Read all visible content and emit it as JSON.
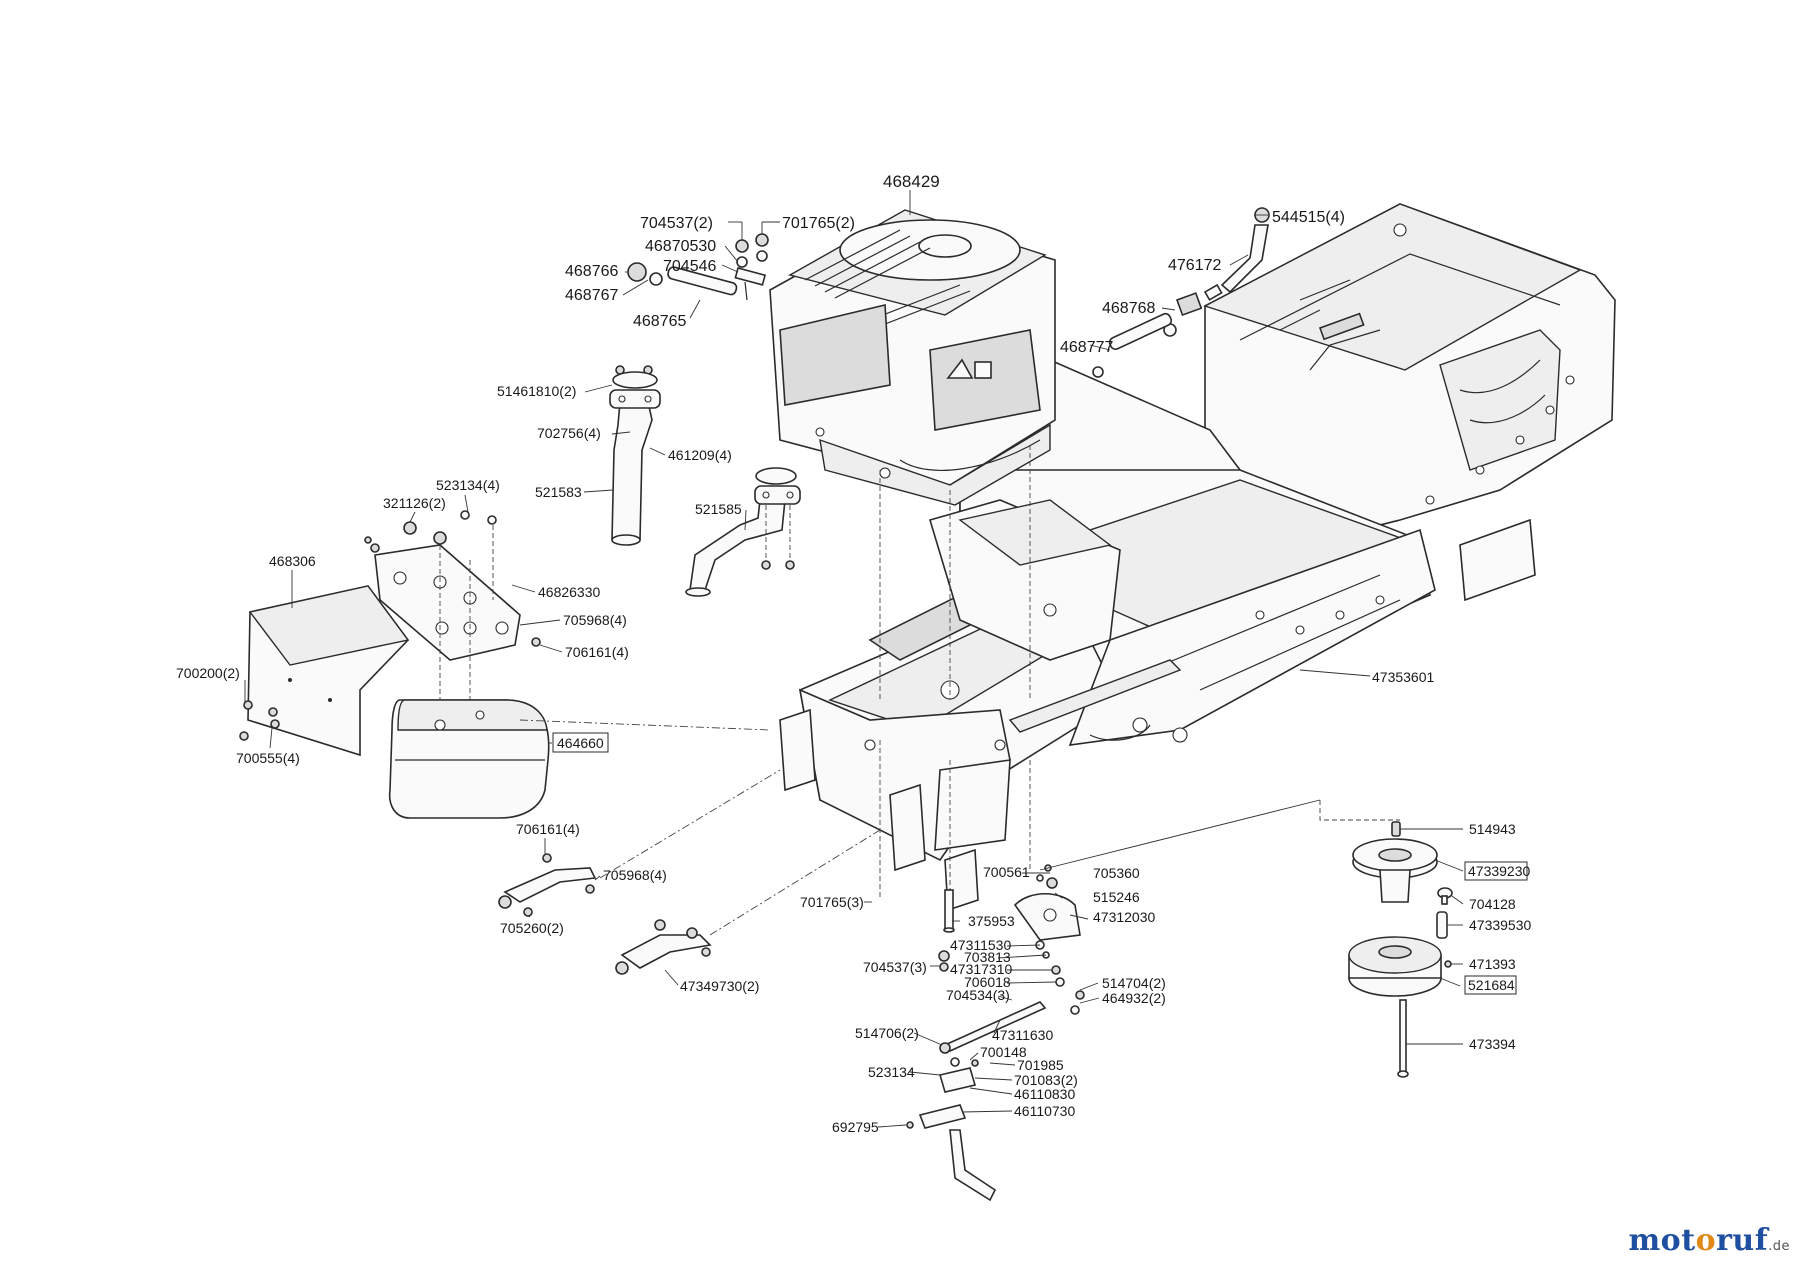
{
  "labels": {
    "p468429": "468429",
    "p704537_2": "704537(2)",
    "p701765_2": "701765(2)",
    "p46870530": "46870530",
    "p704546": "704546",
    "p468766": "468766",
    "p468767": "468767",
    "p468765": "468765",
    "p544515_4": "544515(4)",
    "p476172": "476172",
    "p468768": "468768",
    "p468777": "468777",
    "p51461810_2": "51461810(2)",
    "p702756_4": "702756(4)",
    "p461209_4": "461209(4)",
    "p521583": "521583",
    "p521585": "521585",
    "p523134_4": "523134(4)",
    "p321126_2": "321126(2)",
    "p468306": "468306",
    "p46826330": "46826330",
    "p705968_4a": "705968(4)",
    "p706161_4a": "706161(4)",
    "p700200_2": "700200(2)",
    "p700555_4": "700555(4)",
    "p464660": "464660",
    "p47353601": "47353601",
    "p706161_4b": "706161(4)",
    "p705968_4b": "705968(4)",
    "p705260_2": "705260(2)",
    "p47349730_2": "47349730(2)",
    "p701765_3": "701765(3)",
    "p700561": "700561",
    "p705360": "705360",
    "p515246": "515246",
    "p375953": "375953",
    "p47312030": "47312030",
    "p47311530": "47311530",
    "p703813": "703813",
    "p704537_3": "704537(3)",
    "p47317310": "47317310",
    "p706018": "706018",
    "p514704_2": "514704(2)",
    "p704534_3": "704534(3)",
    "p464932_2": "464932(2)",
    "p514706_2": "514706(2)",
    "p47311630": "47311630",
    "p700148": "700148",
    "p523134": "523134",
    "p701985": "701985",
    "p701083_2": "701083(2)",
    "p46110830": "46110830",
    "p46110730": "46110730",
    "p692795": "692795",
    "p514943": "514943",
    "p47339230": "47339230",
    "p704128": "704128",
    "p47339530": "47339530",
    "p471393": "471393",
    "p521684": "521684",
    "p473394": "473394"
  },
  "logo": {
    "a": "mot",
    "b": "o",
    "c": "ruf",
    "tld": ".de"
  }
}
